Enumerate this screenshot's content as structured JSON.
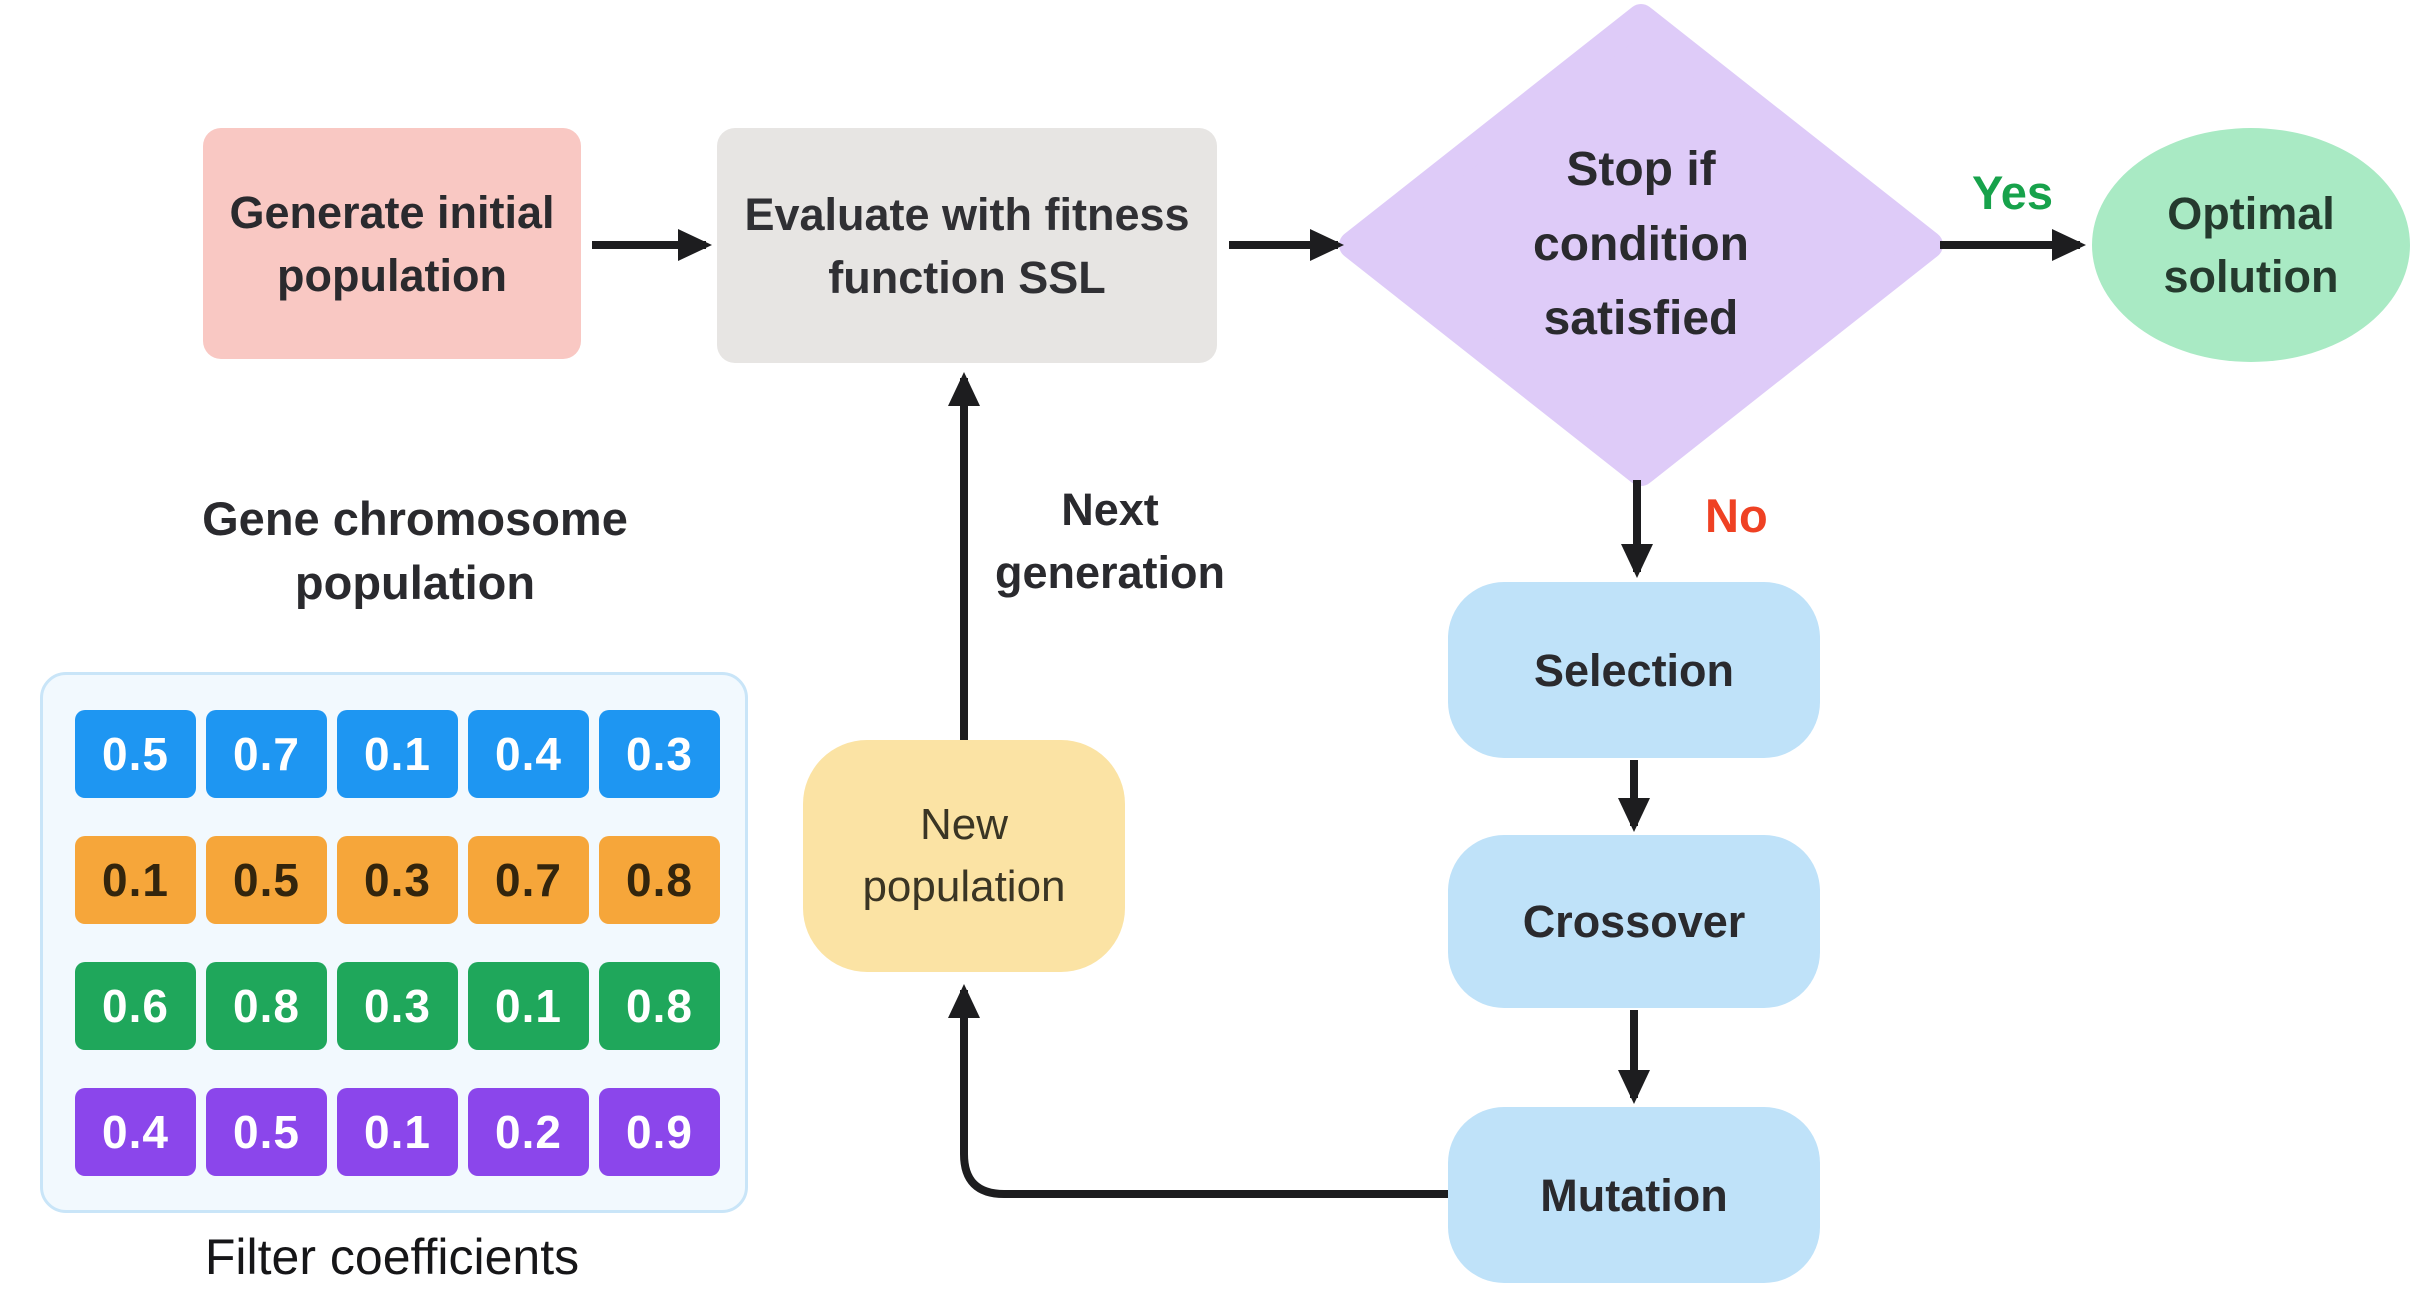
{
  "flowchart": {
    "nodes": {
      "generate": {
        "label": "Generate initial\npopulation",
        "color": "#F9C8C3",
        "shape": "rounded-rect"
      },
      "evaluate": {
        "label": "Evaluate with fitness\nfunction SSL",
        "color": "#E7E5E3",
        "shape": "rounded-rect"
      },
      "decision": {
        "label": "Stop if\ncondition\nsatisfied",
        "color": "#DECBF8",
        "shape": "diamond"
      },
      "optimal": {
        "label": "Optimal\nsolution",
        "color": "#A9EAC4",
        "shape": "ellipse"
      },
      "selection": {
        "label": "Selection",
        "color": "#BFE2F9",
        "shape": "pill"
      },
      "crossover": {
        "label": "Crossover",
        "color": "#BFE2F9",
        "shape": "pill"
      },
      "mutation": {
        "label": "Mutation",
        "color": "#BFE2F9",
        "shape": "pill"
      },
      "new_population": {
        "label": "New\npopulation",
        "color": "#FBE3A4",
        "shape": "pill"
      }
    },
    "edge_labels": {
      "yes": {
        "text": "Yes",
        "color": "#17A24B"
      },
      "no": {
        "text": "No",
        "color": "#EF4123"
      },
      "next_generation": {
        "text": "Next\ngeneration",
        "color": "#2A2A2E"
      }
    },
    "edge_color": "#1D1D1F"
  },
  "population_table": {
    "title": "Gene chromosome\npopulation",
    "caption": "Filter coefficients",
    "container_background": "#F2F9FE",
    "container_border": "#C9E5F8",
    "rows": [
      {
        "color": "#1E96F2",
        "text_color": "#FFFFFF",
        "values": [
          "0.5",
          "0.7",
          "0.1",
          "0.4",
          "0.3"
        ]
      },
      {
        "color": "#F6A63A",
        "text_color": "#33250D",
        "values": [
          "0.1",
          "0.5",
          "0.3",
          "0.7",
          "0.8"
        ]
      },
      {
        "color": "#1FA75B",
        "text_color": "#FFFFFF",
        "values": [
          "0.6",
          "0.8",
          "0.3",
          "0.1",
          "0.8"
        ]
      },
      {
        "color": "#8B46EB",
        "text_color": "#FFFFFF",
        "values": [
          "0.4",
          "0.5",
          "0.1",
          "0.2",
          "0.9"
        ]
      }
    ]
  }
}
